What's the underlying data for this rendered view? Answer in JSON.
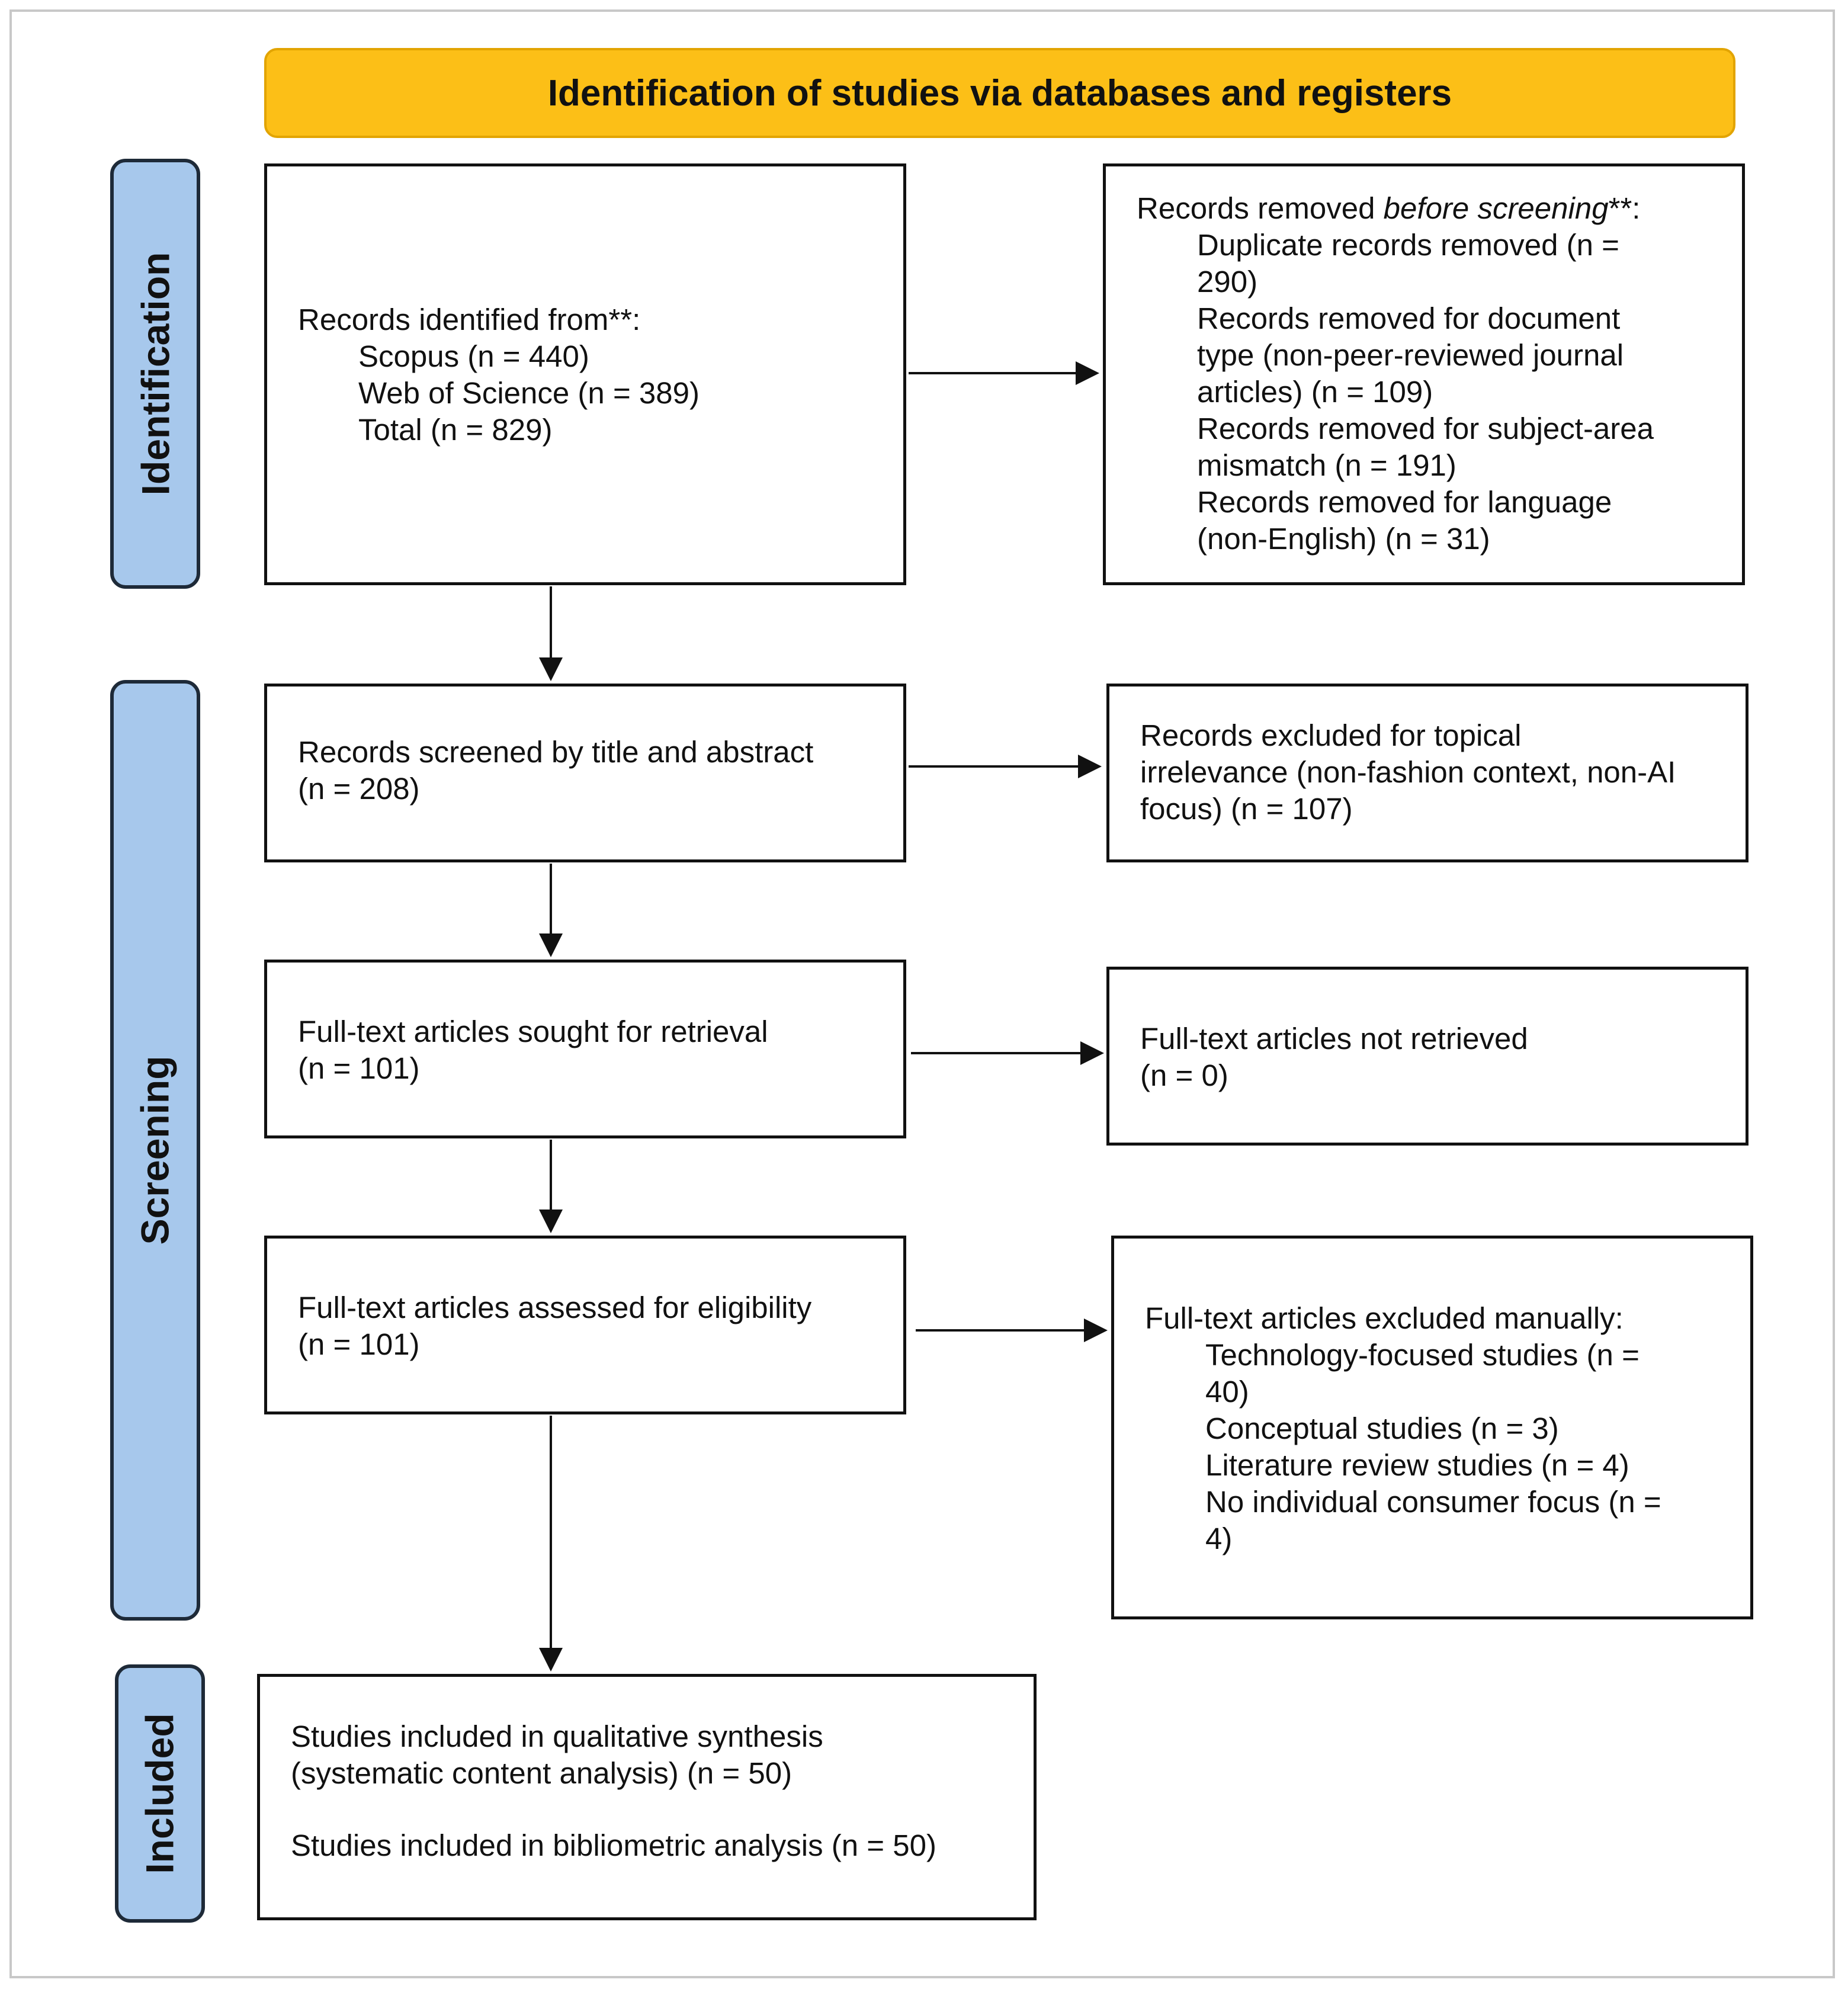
{
  "header": {
    "title": "Identification of studies via databases and registers"
  },
  "phases": {
    "identification": "Identification",
    "screening": "Screening",
    "included": "Included"
  },
  "identified": {
    "heading": "Records identified from**:",
    "lines": [
      "Scopus (n = 440)",
      "Web of Science (n = 389)",
      "Total (n = 829)"
    ]
  },
  "removed": {
    "heading_prefix": "Records removed ",
    "heading_italic": "before screening",
    "heading_suffix": "**:",
    "lines": [
      "Duplicate records removed (n =",
      "290)",
      "Records removed for document",
      "type (non-peer-reviewed journal",
      "articles) (n = 109)",
      "Records removed for subject-area",
      "mismatch (n = 191)",
      "Records removed for language",
      "(non-English) (n = 31)"
    ]
  },
  "screened": {
    "lines": [
      "Records screened by title and abstract",
      "(n = 208)"
    ]
  },
  "excluded_topical": {
    "lines": [
      "Records excluded for topical",
      "irrelevance (non-fashion context, non-AI",
      "focus) (n = 107)"
    ]
  },
  "sought": {
    "lines": [
      "Full-text articles sought for retrieval",
      "(n = 101)"
    ]
  },
  "not_retrieved": {
    "lines": [
      "Full-text articles not retrieved",
      "(n = 0)"
    ]
  },
  "assessed": {
    "lines": [
      "Full-text articles assessed for eligibility",
      "(n = 101)"
    ]
  },
  "excluded_manual": {
    "heading": "Full-text articles excluded manually:",
    "lines": [
      "Technology-focused studies (n =",
      "40)",
      "Conceptual studies (n = 3)",
      "Literature review studies (n = 4)",
      "No individual consumer focus (n =",
      "4)"
    ]
  },
  "included": {
    "lines": [
      "Studies included in qualitative synthesis",
      "(systematic content analysis) (n = 50)"
    ],
    "bibliometric": "Studies included in bibliometric analysis (n = 50)"
  }
}
